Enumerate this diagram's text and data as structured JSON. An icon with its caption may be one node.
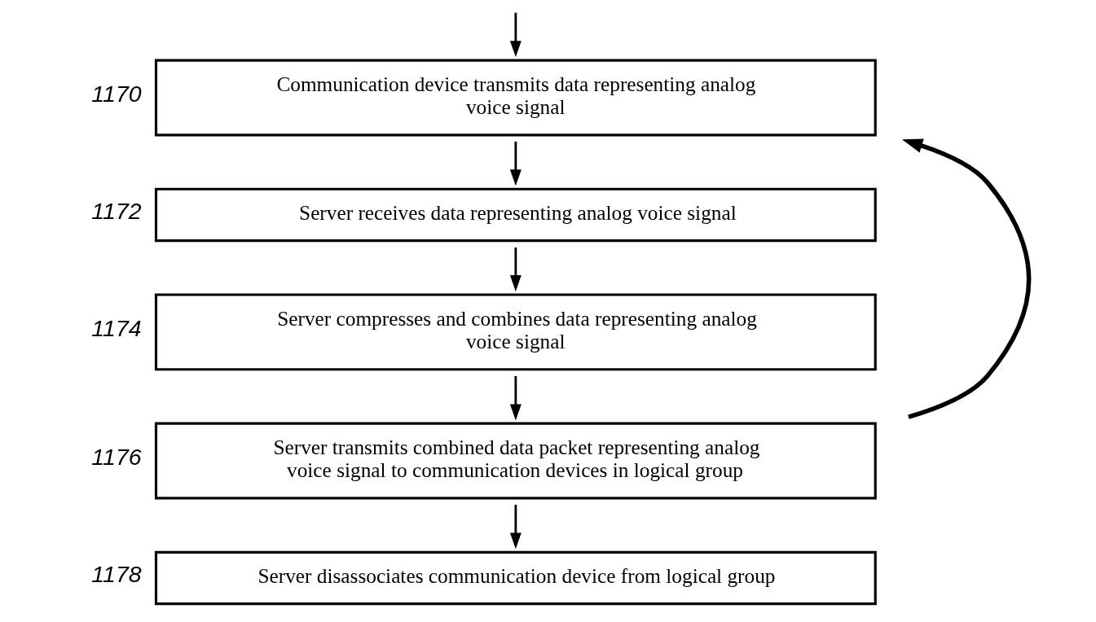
{
  "diagram": {
    "nodes": [
      {
        "text": [
          "Communication device transmits data representing analog voice signal"
        ],
        "beside": [
          "1170"
        ]
      },
      {
        "text": [
          "Server receives data representing analog voice signal"
        ],
        "beside": [
          "1172"
        ]
      },
      {
        "text": [
          "Server compresses and combines data representing analog voice signal"
        ],
        "beside": [
          "1174"
        ]
      },
      {
        "text": [
          "Server transmits combined data packet representing analog voice signal to communication devices in logical group"
        ],
        "beside": [
          "1176"
        ]
      },
      {
        "text": [
          "Server disassociates communication device from logical group"
        ],
        "beside": [
          "1178"
        ]
      }
    ],
    "edges": [
      {
        "from": null,
        "to": 0,
        "arrow": "to"
      },
      {
        "from": 0,
        "to": 1,
        "arrow": "to"
      },
      {
        "from": 1,
        "to": 2,
        "arrow": "to"
      },
      {
        "from": 2,
        "to": 3,
        "arrow": "to"
      },
      {
        "from": 3,
        "to": 0,
        "arrow": "to",
        "style": "thick"
      },
      {
        "from": 3,
        "to": 4,
        "arrow": "to"
      }
    ]
  }
}
